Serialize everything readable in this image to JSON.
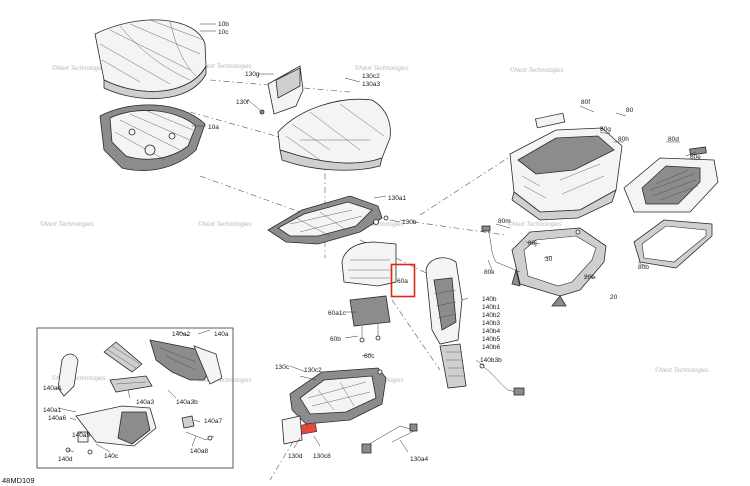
{
  "diagram": {
    "code": "48MD109",
    "watermark": "©Next Technologies",
    "highlight_label": "60a",
    "labels": [
      {
        "id": "l10b",
        "text": "10b"
      },
      {
        "id": "l10c",
        "text": "10c"
      },
      {
        "id": "l10a",
        "text": "10a"
      },
      {
        "id": "l130g",
        "text": "130g"
      },
      {
        "id": "l130f",
        "text": "130f"
      },
      {
        "id": "l130c2",
        "text": "130c2"
      },
      {
        "id": "l130a3",
        "text": "130a3"
      },
      {
        "id": "l80f",
        "text": "80f"
      },
      {
        "id": "l80",
        "text": "80"
      },
      {
        "id": "l80g",
        "text": "80g"
      },
      {
        "id": "l80h",
        "text": "80h"
      },
      {
        "id": "l80d",
        "text": "80d"
      },
      {
        "id": "l80e",
        "text": "80e"
      },
      {
        "id": "l130a1",
        "text": "130a1"
      },
      {
        "id": "l130b",
        "text": "130b"
      },
      {
        "id": "l80m",
        "text": "80m"
      },
      {
        "id": "l80j",
        "text": "80j"
      },
      {
        "id": "l30",
        "text": "30"
      },
      {
        "id": "l80k",
        "text": "80k"
      },
      {
        "id": "l20b",
        "text": "20b"
      },
      {
        "id": "l80b",
        "text": "80b"
      },
      {
        "id": "l20",
        "text": "20"
      },
      {
        "id": "l60a1c",
        "text": "60a1c"
      },
      {
        "id": "l60b",
        "text": "60b"
      },
      {
        "id": "l60c",
        "text": "60c"
      },
      {
        "id": "l140b",
        "text": "140b"
      },
      {
        "id": "l140b1",
        "text": "140b1"
      },
      {
        "id": "l140b2",
        "text": "140b2"
      },
      {
        "id": "l140b3",
        "text": "140b3"
      },
      {
        "id": "l140b4",
        "text": "140b4"
      },
      {
        "id": "l140b5",
        "text": "140b5"
      },
      {
        "id": "l140b6",
        "text": "140b6"
      },
      {
        "id": "l140b3b",
        "text": "140b3b"
      },
      {
        "id": "l130c",
        "text": "130c"
      },
      {
        "id": "l130c2b",
        "text": "130c2"
      },
      {
        "id": "l130d",
        "text": "130d"
      },
      {
        "id": "l130c8",
        "text": "130c8"
      },
      {
        "id": "l130a4",
        "text": "130a4"
      },
      {
        "id": "l140a2",
        "text": "140a2"
      },
      {
        "id": "l140a",
        "text": "140a"
      },
      {
        "id": "l140a4",
        "text": "140a4"
      },
      {
        "id": "l140a3",
        "text": "140a3"
      },
      {
        "id": "l140a3b",
        "text": "140a3b"
      },
      {
        "id": "l140a1",
        "text": "140a1"
      },
      {
        "id": "l140a6",
        "text": "140a6"
      },
      {
        "id": "l140a5",
        "text": "140a5"
      },
      {
        "id": "l140a7",
        "text": "140a7"
      },
      {
        "id": "l140a8",
        "text": "140a8"
      },
      {
        "id": "l140d",
        "text": "140d"
      },
      {
        "id": "l140c",
        "text": "140c"
      }
    ]
  }
}
